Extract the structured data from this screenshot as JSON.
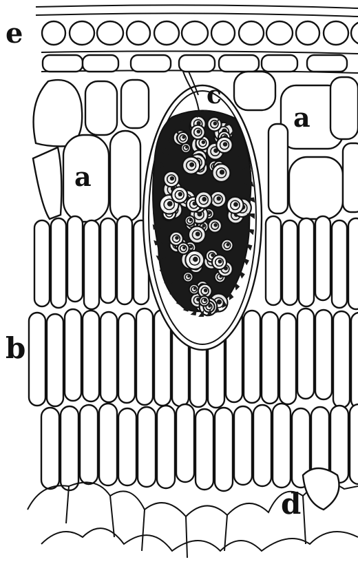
{
  "figure": {
    "labels": {
      "e": "e",
      "c": "c",
      "a_left": "a",
      "a_right": "a",
      "b": "b",
      "d": "d"
    }
  },
  "colors": {
    "ink": "#111111",
    "paper": "#ffffff",
    "cystolith": "#1a1a1a"
  }
}
